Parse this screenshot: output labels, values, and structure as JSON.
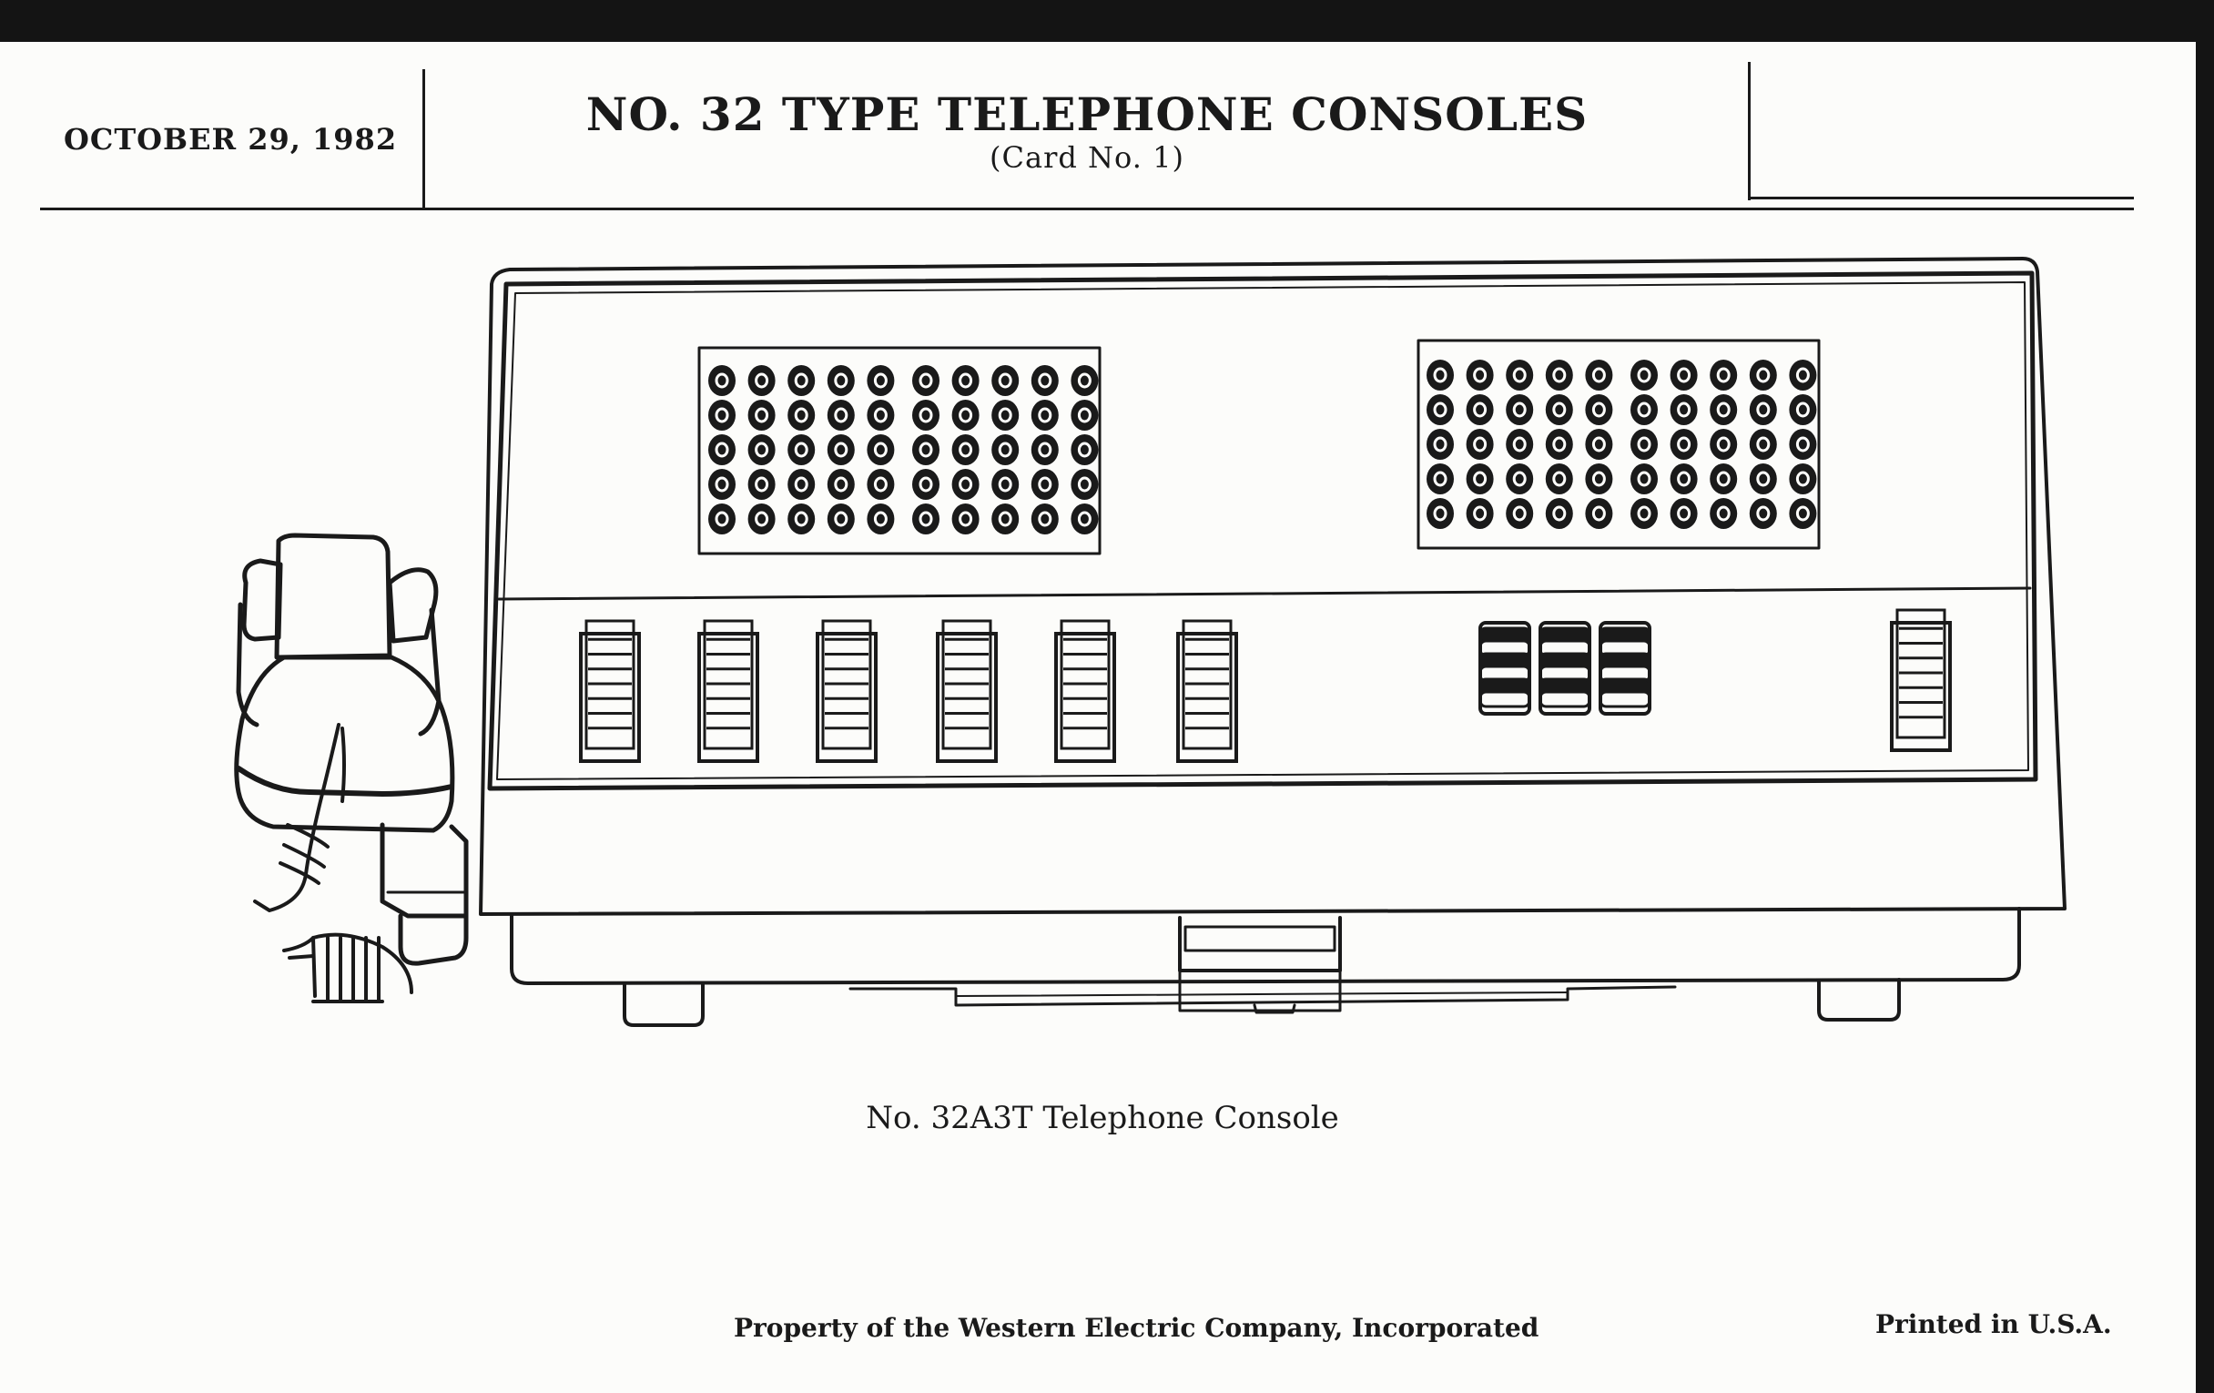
{
  "header": {
    "date": "OCTOBER 29, 1982",
    "title": "NO. 32 TYPE TELEPHONE CONSOLES",
    "subtitle": "(Card No. 1)"
  },
  "illustration": {
    "caption": "No. 32A3T Telephone Console",
    "lamp_field": {
      "rows": 5,
      "columns": 10,
      "panels": 2
    },
    "key_strips": 7,
    "short_key_strips": 3
  },
  "footer": {
    "property": "Property of the Western Electric Company, Incorporated",
    "printed": "Printed in U.S.A."
  }
}
